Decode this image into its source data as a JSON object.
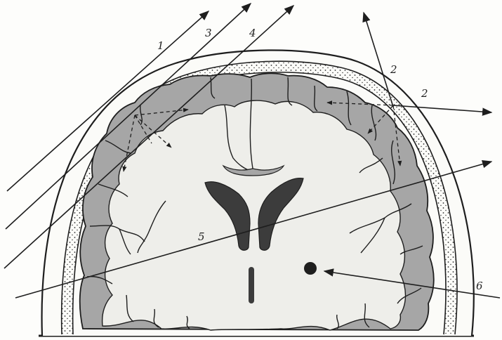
{
  "figure": {
    "labels": {
      "l1": "1",
      "l2a": "2",
      "l2b": "2",
      "l3": "3",
      "l4": "4",
      "l5": "5",
      "l6": "6"
    },
    "colors": {
      "paper": "#fdfdfb",
      "ink": "#1e1e1e",
      "white_matter": "#eeeeea",
      "grey_matter": "#a6a6a6",
      "ventricle": "#3c3c3c",
      "skull_dots": "#2a2a2a"
    }
  }
}
